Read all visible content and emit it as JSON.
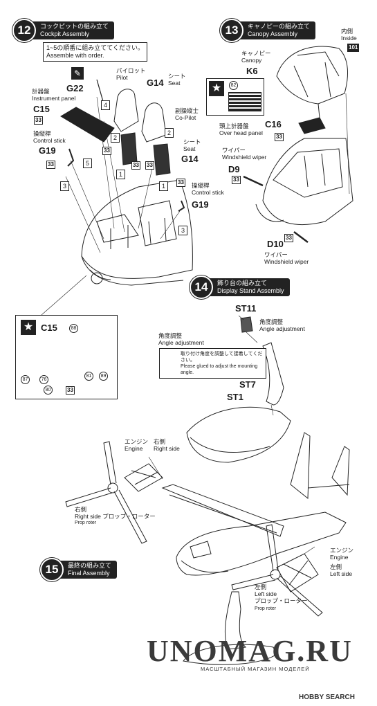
{
  "steps": {
    "s12": {
      "num": "12",
      "jp": "コックピットの組み立て",
      "en": "Cockpit Assembly"
    },
    "s13": {
      "num": "13",
      "jp": "キャノピーの組み立て",
      "en": "Canopy Assembly"
    },
    "s14": {
      "num": "14",
      "jp": "飾り台の組み立て",
      "en": "Display Stand Assembly"
    },
    "s15": {
      "num": "15",
      "jp": "最終の組み立て",
      "en": "Final Assembly"
    }
  },
  "cockpit": {
    "order_jp": "1~5の順番に組み立ててください。",
    "order_en": "Assemble with order.",
    "pilot_jp": "パイロット",
    "pilot_en": "Pilot",
    "seat_jp": "シート",
    "seat_en": "Seat",
    "copilot_jp": "副操縦士",
    "copilot_en": "Co-Pilot",
    "panel_jp": "計器盤",
    "panel_en": "Instrument panel",
    "stick_jp": "操縦桿",
    "stick_en": "Control stick",
    "parts": {
      "g22": "G22",
      "g14": "G14",
      "c15": "C15",
      "g19": "G19"
    },
    "order_nums": [
      "1",
      "2",
      "3",
      "4",
      "5"
    ],
    "color_33": "33"
  },
  "inset_c15": {
    "code": "C15",
    "colors": [
      "88",
      "87",
      "76",
      "80",
      "81",
      "89",
      "33"
    ]
  },
  "canopy": {
    "canopy_jp": "キャノピー",
    "canopy_en": "Canopy",
    "inside_jp": "内側",
    "inside_en": "Inside",
    "inside_color": "101",
    "k6": "K6",
    "c16": "C16",
    "d9": "D9",
    "d10": "D10",
    "overhead_jp": "頭上計器盤",
    "overhead_en": "Over head panel",
    "wiper_jp": "ワイパー",
    "wiper_en": "Windshield wiper",
    "decal": "82"
  },
  "stand": {
    "st11": "ST11",
    "st7": "ST7",
    "st1": "ST1",
    "angle_jp": "角度調整",
    "angle_en": "Angle adjustment",
    "note_jp": "取り付け角度を調整して接着してください。",
    "note_en": "Please glued to adjust the mounting angle."
  },
  "final": {
    "engine_jp": "エンジン",
    "engine_en": "Engine",
    "right_side_jp": "右側",
    "right_side_en": "Right side",
    "left_side_jp": "左側",
    "left_side_en": "Left side",
    "rotor_jp": "プロップ・ローター",
    "rotor_en": "Prop roter"
  },
  "watermark": {
    "main": "UNOMAG.RU",
    "sub": "МАСШТАБНЫЙ МАГАЗИН МОДЕЛЕЙ",
    "hobby": "HOBBY SEARCH"
  }
}
